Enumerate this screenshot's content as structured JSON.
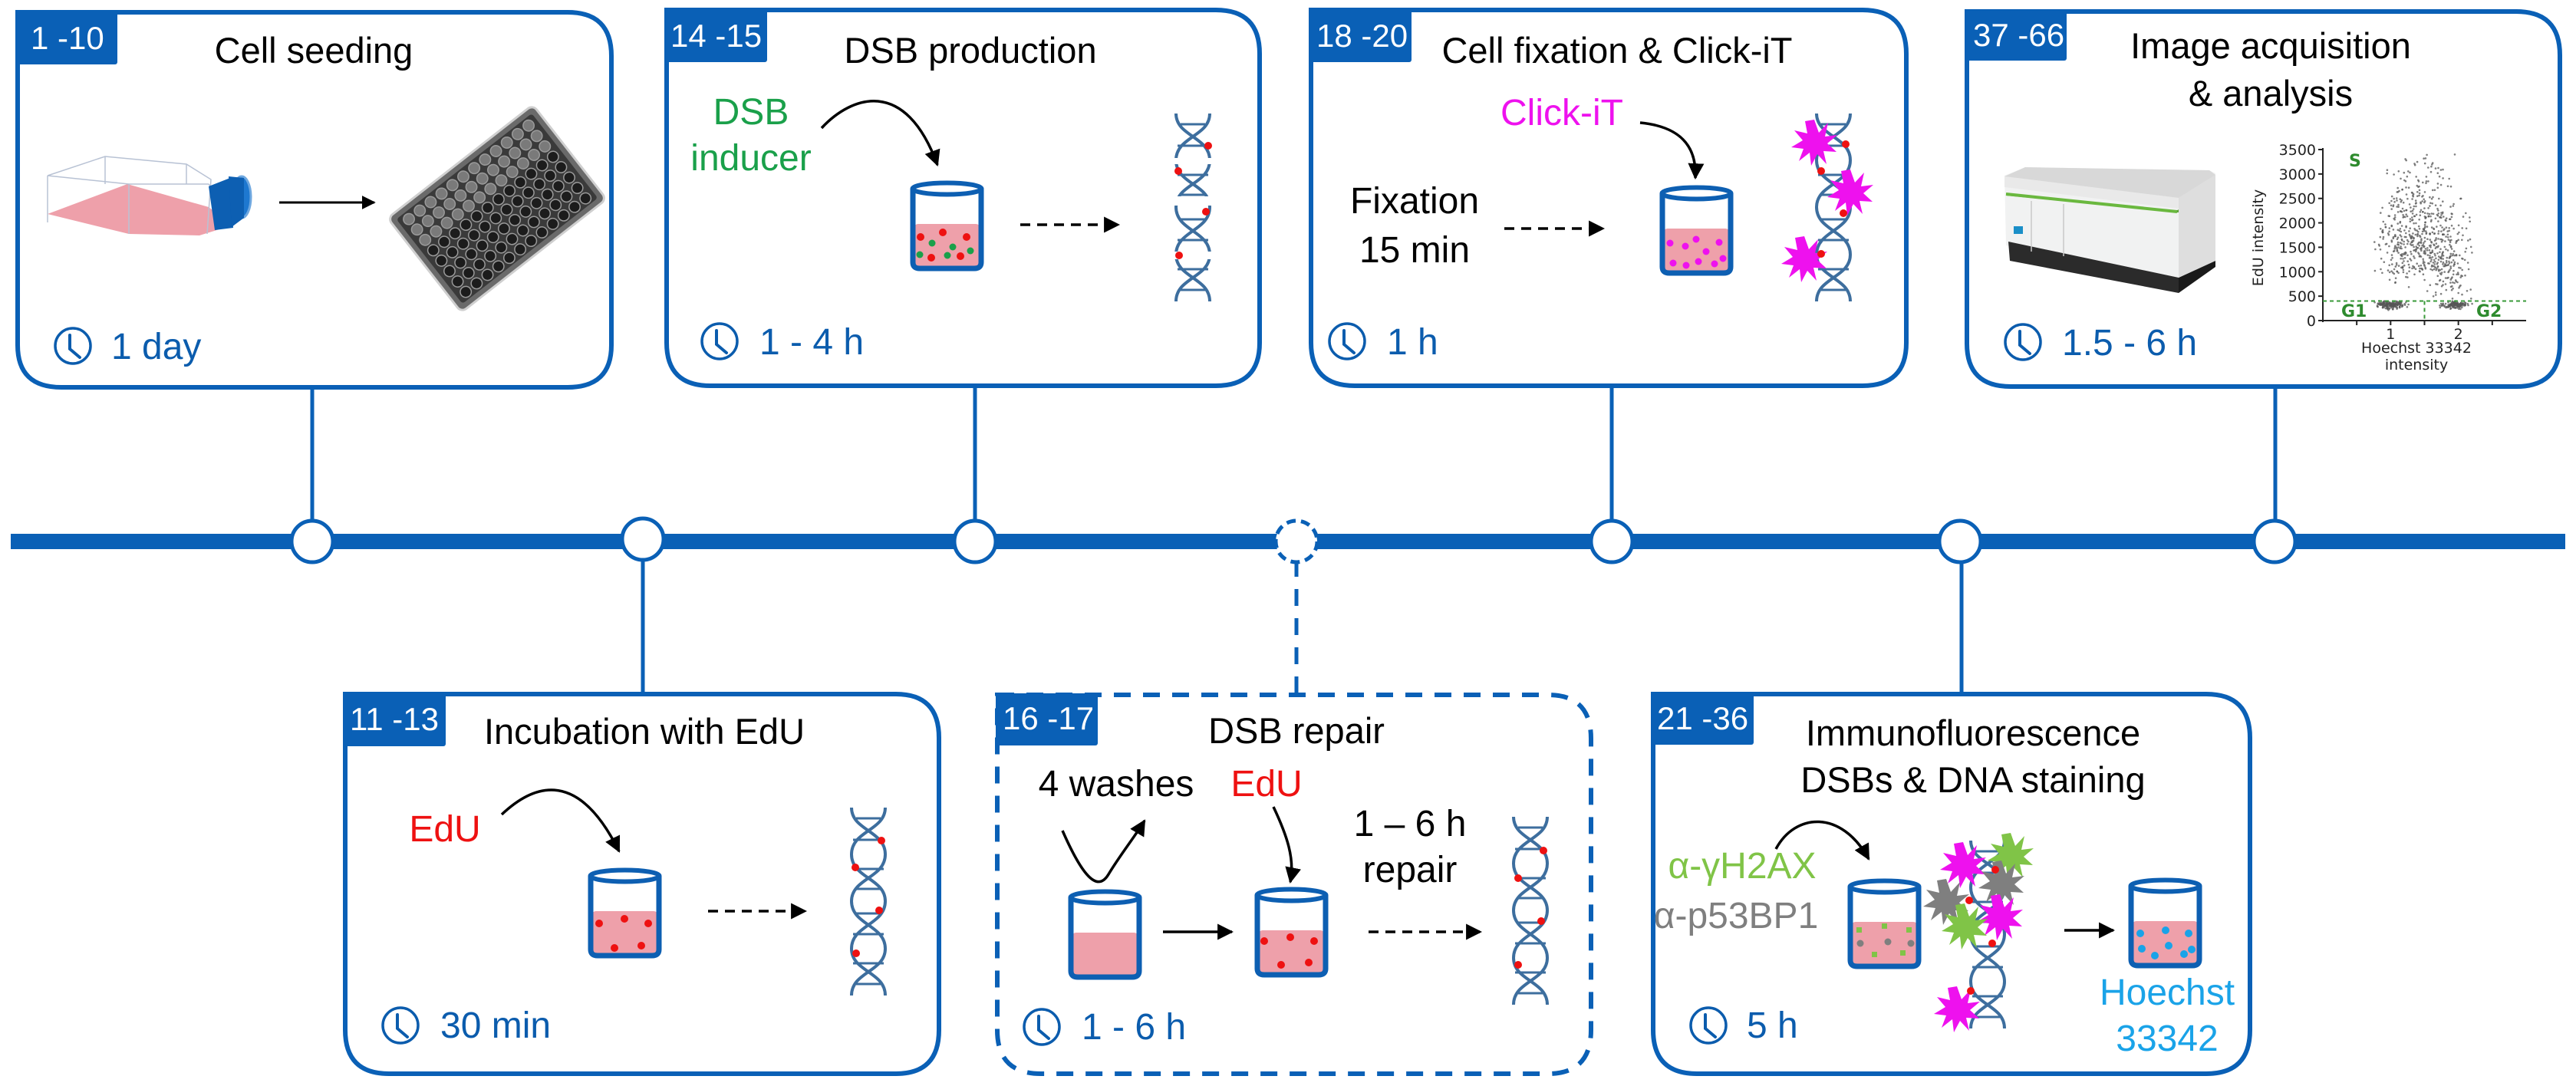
{
  "colors": {
    "timeline": "#0a60b6",
    "badge": "#0a60b6",
    "time_text": "#0b5cad",
    "medium": "#eea0aa",
    "edu_red": "#ee1111",
    "dsb_green": "#1aa04a",
    "clickit_magenta": "#ee11ee",
    "h2ax_green": "#80c447",
    "p53bp1_gray": "#7f7f7f",
    "hoechst_blue": "#1aa3e8",
    "gate_green": "#2e8b2e"
  },
  "timeline": {
    "nodes": [
      {
        "step": "1 -10",
        "side": "top",
        "style": "solid"
      },
      {
        "step": "11 -13",
        "side": "bottom",
        "style": "solid"
      },
      {
        "step": "14 -15",
        "side": "top",
        "style": "solid"
      },
      {
        "step": "16 -17",
        "side": "bottom",
        "style": "dashed"
      },
      {
        "step": "18 -20",
        "side": "top",
        "style": "solid"
      },
      {
        "step": "21 -36",
        "side": "bottom",
        "style": "solid"
      },
      {
        "step": "37 -66",
        "side": "top",
        "style": "solid"
      }
    ]
  },
  "panels": {
    "cell_seeding": {
      "badge": "1 -10",
      "title": "Cell seeding",
      "time": "1 day",
      "icons": [
        "culture-flask",
        "96-well-plate"
      ]
    },
    "incubation_edu": {
      "badge": "11 -13",
      "title": "Incubation with EdU",
      "reagent": "EdU",
      "time": "30 min"
    },
    "dsb_production": {
      "badge": "14 -15",
      "title": "DSB production",
      "reagent_line1": "DSB",
      "reagent_line2": "inducer",
      "time": "1 - 4 h"
    },
    "dsb_repair": {
      "badge": "16 -17",
      "title": "DSB repair",
      "washes": "4 washes",
      "reagent": "EdU",
      "repair_line1": "1 – 6 h",
      "repair_line2": "repair",
      "time": "1 - 6 h"
    },
    "fixation_clickit": {
      "badge": "18 -20",
      "title": "Cell fixation & Click-iT",
      "reagent": "Click-iT",
      "fixation_line1": "Fixation",
      "fixation_line2": "15 min",
      "time": "1 h"
    },
    "immunofluorescence": {
      "badge": "21 -36",
      "title_line1": "Immunofluorescence",
      "title_line2": "DSBs & DNA staining",
      "antibody1": "α-γH2AX",
      "antibody2": "α-p53BP1",
      "stain_line1": "Hoechst",
      "stain_line2": "33342",
      "time": "5 h"
    },
    "image_acquisition": {
      "badge": "37 -66",
      "title_line1": "Image acquisition",
      "title_line2": "& analysis",
      "time": "1.5 - 6 h",
      "instrument": "high-content-imager"
    }
  },
  "chart_data": {
    "type": "scatter",
    "title": "",
    "xlabel": "Hoechst 33342 intensity",
    "ylabel": "EdU intensity",
    "xlim": [
      0,
      3
    ],
    "ylim": [
      0,
      3500
    ],
    "x_ticks": [
      1,
      2
    ],
    "x_minor_ticks": [
      0.5,
      1.5,
      2.5
    ],
    "y_ticks": [
      0,
      500,
      1000,
      1500,
      2000,
      2500,
      3000,
      3500
    ],
    "gates": [
      {
        "label": "S",
        "region": "EdU > 400"
      },
      {
        "label": "G1",
        "region": "EdU < 400, Hoechst < 1.5"
      },
      {
        "label": "G2",
        "region": "EdU < 400, Hoechst > 1.5"
      }
    ],
    "threshold_edu": 400,
    "threshold_hoechst": 1.5,
    "clusters": [
      {
        "name": "G1",
        "x_center": 1.0,
        "y_center": 320,
        "n": 160
      },
      {
        "name": "G2",
        "x_center": 1.95,
        "y_center": 320,
        "n": 120
      },
      {
        "name": "S",
        "x_center": 1.4,
        "y_center": 1700,
        "n": 700
      }
    ],
    "grid": false,
    "legend": "none"
  }
}
